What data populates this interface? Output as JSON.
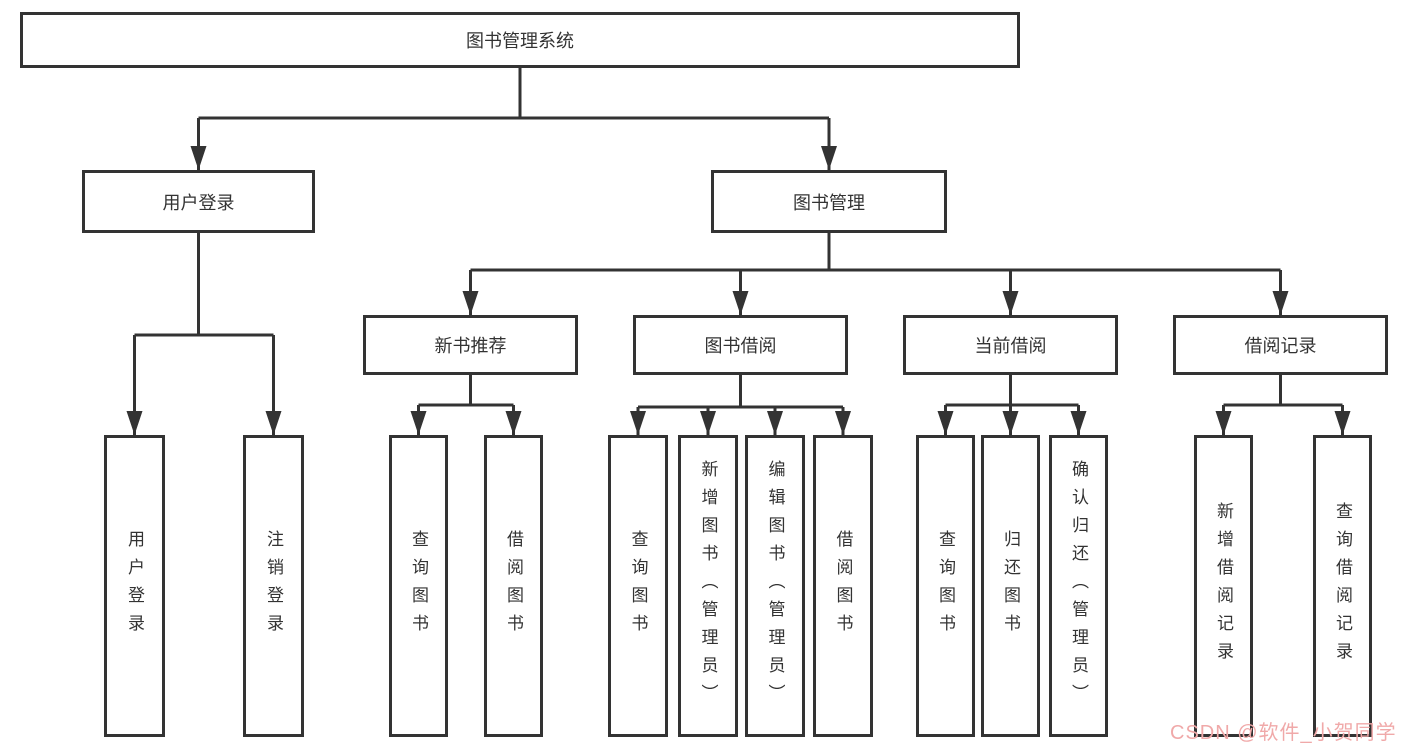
{
  "diagram": {
    "type": "hierarchy-tree",
    "line_color": "#333333",
    "box_background": "#ffffff",
    "text_color": "#333333",
    "tree": {
      "root": {
        "label": "图书管理系统",
        "children": [
          {
            "label": "用户登录",
            "children": [
              {
                "label": "用户登录"
              },
              {
                "label": "注销登录"
              }
            ]
          },
          {
            "label": "图书管理",
            "children": [
              {
                "label": "新书推荐",
                "children": [
                  {
                    "label": "查询图书"
                  },
                  {
                    "label": "借阅图书"
                  }
                ]
              },
              {
                "label": "图书借阅",
                "children": [
                  {
                    "label": "查询图书"
                  },
                  {
                    "label": "新增图书（管理员）"
                  },
                  {
                    "label": "编辑图书（管理员）"
                  },
                  {
                    "label": "借阅图书"
                  }
                ]
              },
              {
                "label": "当前借阅",
                "children": [
                  {
                    "label": "查询图书"
                  },
                  {
                    "label": "归还图书"
                  },
                  {
                    "label": "确认归还（管理员）"
                  }
                ]
              },
              {
                "label": "借阅记录",
                "children": [
                  {
                    "label": "新增借阅记录"
                  },
                  {
                    "label": "查询借阅记录"
                  }
                ]
              }
            ]
          }
        ]
      }
    }
  },
  "watermark": {
    "text": "CSDN @软件_小贺同学",
    "color": "#F0A9A9"
  }
}
